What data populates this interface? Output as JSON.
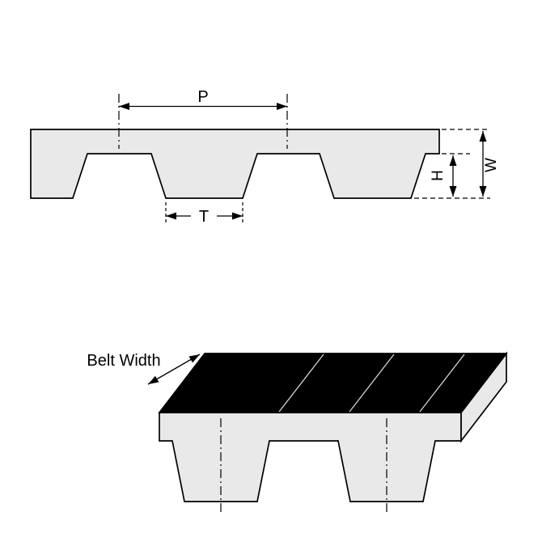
{
  "canvas": {
    "background": "#ffffff"
  },
  "colors": {
    "line": "#000000",
    "belt_fill": "#e9e9e9",
    "top_face_fill": "#000000",
    "seam_line": "#e0e0e0"
  },
  "profile_view": {
    "pitch_label": "P",
    "tooth_width_label": "T",
    "tooth_height_label": "H",
    "belt_thickness_label": "W"
  },
  "perspective_view": {
    "belt_width_label": "Belt Width"
  }
}
